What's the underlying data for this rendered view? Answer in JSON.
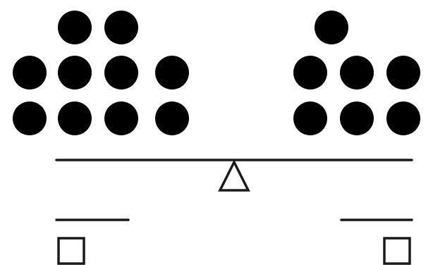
{
  "diagram": {
    "left_pan": {
      "object": "volleyball-icon",
      "count": 10,
      "rows": [
        2,
        4,
        4
      ]
    },
    "right_pan": {
      "object": "volleyball-icon",
      "count": 7,
      "rows": [
        1,
        3,
        3
      ]
    },
    "answer_boxes": {
      "left": "",
      "right": ""
    },
    "colors": {
      "ink": "#1a1a1a",
      "background": "#ffffff"
    }
  }
}
